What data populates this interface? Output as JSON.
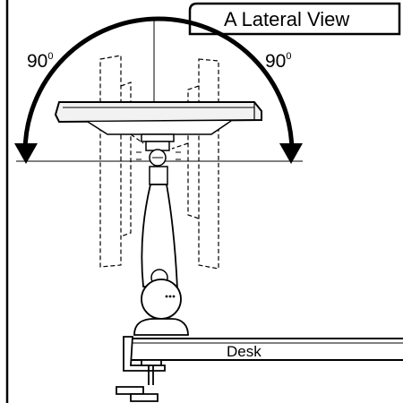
{
  "title": "A Lateral View",
  "angle_left": "90",
  "angle_right": "90",
  "degree_mark": "0",
  "desk_label": "Desk",
  "colors": {
    "line": "#000000",
    "monitor_fill": "#f2f2f2",
    "background": "#ffffff"
  }
}
